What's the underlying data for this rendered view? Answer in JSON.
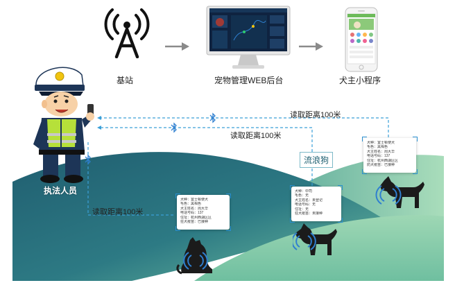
{
  "stations": {
    "base_station": {
      "label": "基站",
      "icon": "radio-tower-icon"
    },
    "web_backend": {
      "label": "宠物管理WEB后台",
      "icon": "monitor-icon"
    },
    "mini_program": {
      "label": "犬主小程序",
      "icon": "smartphone-icon"
    }
  },
  "officer": {
    "label": "执法人员",
    "icon": "police-officer-icon"
  },
  "read_distances": {
    "line1": "读取距离100米",
    "line2": "读取距离100米",
    "line3": "读取距离100米"
  },
  "stray_dog_label": "流浪狗",
  "cards": {
    "right_dog": {
      "rows": [
        "犬种：宜士顿使犬",
        "毛色：黑褐色",
        "犬主姓名：周大华",
        "电话号码：137",
        "住址：杭州西湖区区",
        "防犬疫苗：已接种"
      ]
    },
    "stray_dog": {
      "rows": [
        "犬种：中司",
        "毛色：无",
        "犬主姓名：未登记",
        "电话号码：无",
        "住址：无",
        "狂犬疫苗：未接种"
      ]
    },
    "left_dog": {
      "rows": [
        "犬种：宜士顿使犬",
        "毛色：黑褐色",
        "犬主姓名：周大华",
        "电话号码：137",
        "住址：杭州西湖区区",
        "狂犬疫苗：已接种"
      ]
    }
  },
  "colors": {
    "hill_dark": "#1e6074",
    "hill_light": "#8fcfae",
    "dash_line": "#3a9fd8",
    "bluetooth": "#2f7fd0",
    "arrow_gray": "#8a8a8a"
  }
}
